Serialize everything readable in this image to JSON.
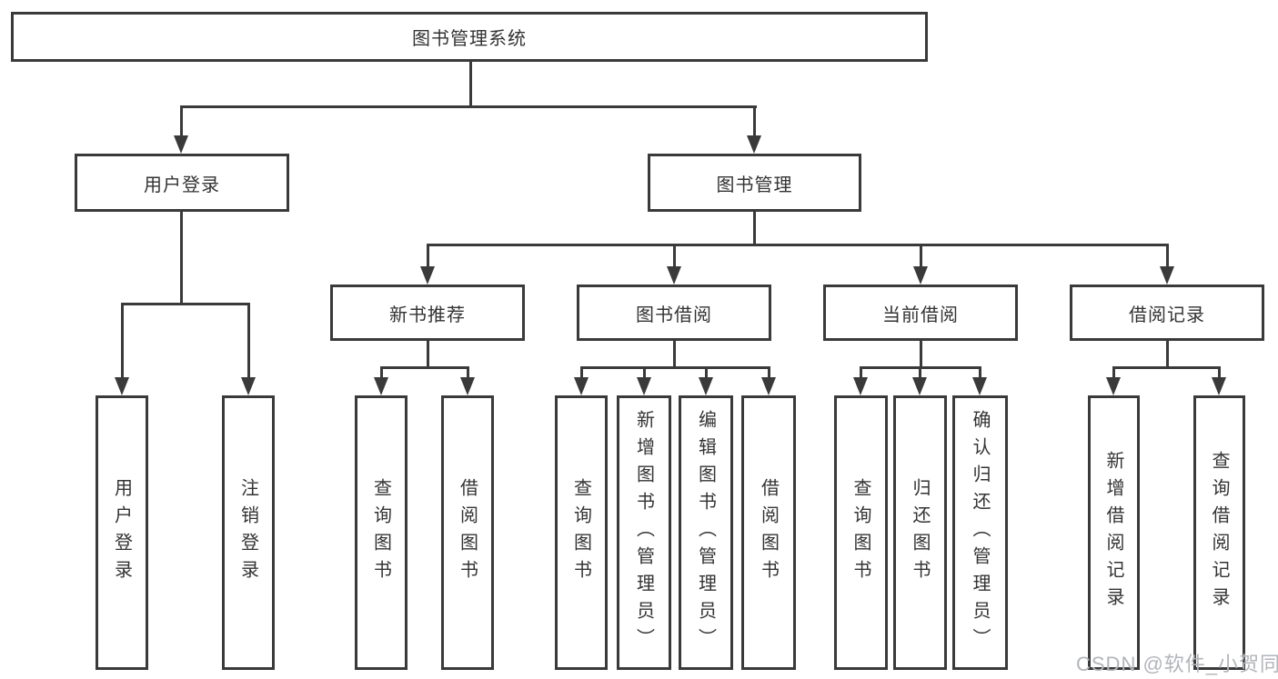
{
  "diagram": {
    "root": "图书管理系统",
    "level2": [
      {
        "label": "用户登录"
      },
      {
        "label": "图书管理"
      }
    ],
    "level3": [
      {
        "label": "新书推荐"
      },
      {
        "label": "图书借阅"
      },
      {
        "label": "当前借阅"
      },
      {
        "label": "借阅记录"
      }
    ],
    "leaves": {
      "user_login": [
        "用户登录",
        "注销登录"
      ],
      "new_book": [
        "查询图书",
        "借阅图书"
      ],
      "book_borrow": [
        "查询图书",
        "新增图书（管理员）",
        "编辑图书（管理员）",
        "借阅图书"
      ],
      "current_borrow": [
        "查询图书",
        "归还图书",
        "确认归还（管理员）"
      ],
      "borrow_record": [
        "新增借阅记录",
        "查询借阅记录"
      ]
    },
    "watermark": "CSDN @软件_小贺同学",
    "colors": {
      "line": "#3a3a3a",
      "text": "#333333",
      "watermark": "#b2b5ba",
      "background": "#ffffff"
    }
  }
}
